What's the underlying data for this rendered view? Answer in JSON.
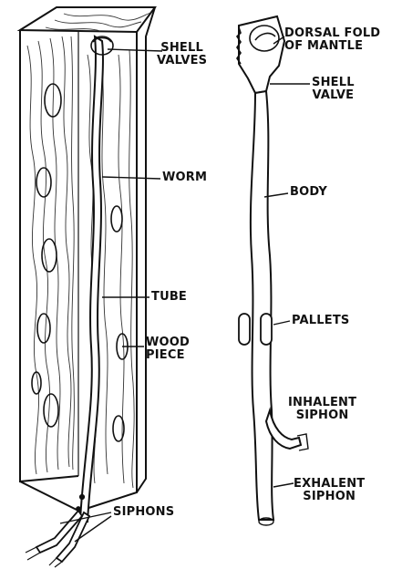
{
  "labels": {
    "shell_valves_left": [
      "SHELL",
      "VALVES"
    ],
    "worm": "WORM",
    "tube": "TUBE",
    "wood_piece": [
      "WOOD",
      "PIECE"
    ],
    "siphons": "SIPHONS",
    "dorsal_fold": [
      "DORSAL FOLD",
      "OF MANTLE"
    ],
    "shell_valve_right": [
      "SHELL",
      "VALVE"
    ],
    "body": "BODY",
    "pallets": "PALLETS",
    "inhalent_siphon": [
      "INHALENT",
      "SIPHON"
    ],
    "exhalent_siphon": [
      "EXHALENT",
      "SIPHON"
    ]
  },
  "colors": {
    "ink": "#111111",
    "paper": "#ffffff"
  }
}
